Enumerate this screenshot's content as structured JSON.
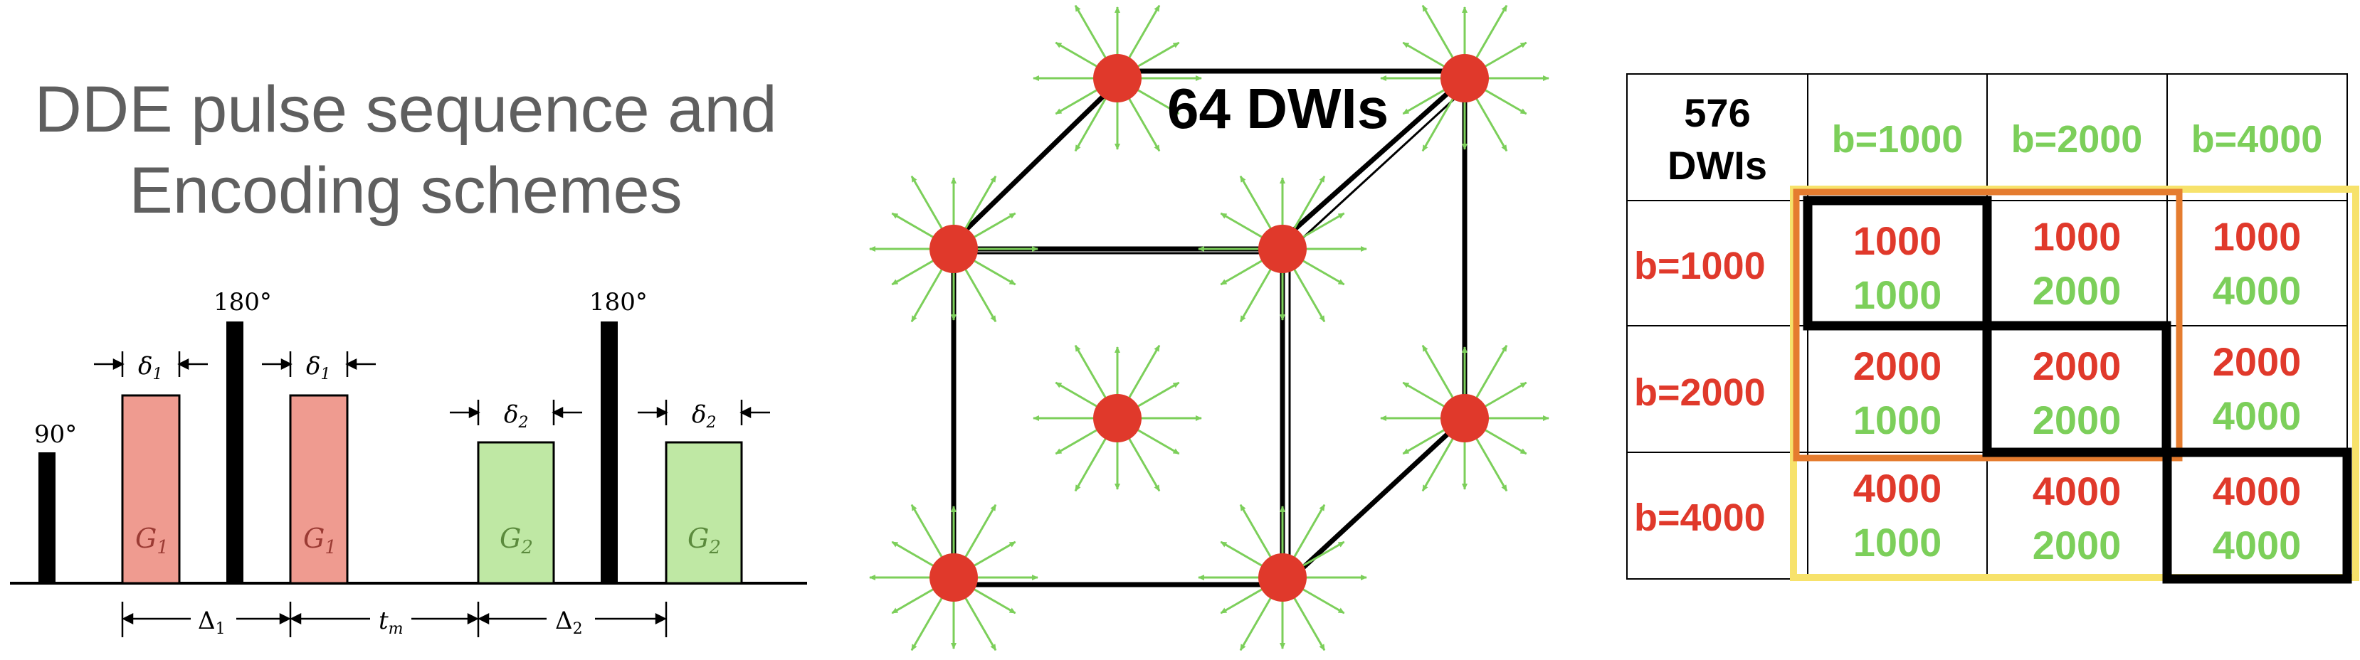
{
  "title": {
    "line1": "DDE pulse sequence and",
    "line2": "Encoding schemes"
  },
  "pulse_sequence": {
    "rf_90": "90°",
    "rf_180_first": "180°",
    "rf_180_second": "180°",
    "gradients": [
      {
        "label": "G",
        "sub": "1",
        "color": "#ef9b90"
      },
      {
        "label": "G",
        "sub": "1",
        "color": "#ef9b90"
      },
      {
        "label": "G",
        "sub": "2",
        "color": "#bfe8a4"
      },
      {
        "label": "G",
        "sub": "2",
        "color": "#bfe8a4"
      }
    ],
    "deltas": [
      {
        "label": "δ",
        "sub": "1"
      },
      {
        "label": "δ",
        "sub": "1"
      },
      {
        "label": "δ",
        "sub": "2"
      },
      {
        "label": "δ",
        "sub": "2"
      }
    ],
    "timings": {
      "big_delta_1": {
        "label": "Δ",
        "sub": "1"
      },
      "mixing": {
        "label": "t",
        "sub": "m"
      },
      "big_delta_2": {
        "label": "Δ",
        "sub": "2"
      }
    }
  },
  "cube": {
    "label": "64 DWIs",
    "node_color": "#e0392b",
    "arrow_color": "#7ccf5a"
  },
  "table": {
    "corner_line1": "576",
    "corner_line2": "DWIs",
    "col_headers": [
      "b=1000",
      "b=2000",
      "b=4000"
    ],
    "row_headers": [
      "b=1000",
      "b=2000",
      "b=4000"
    ],
    "cells": [
      [
        {
          "top": "1000",
          "bottom": "1000"
        },
        {
          "top": "1000",
          "bottom": "2000"
        },
        {
          "top": "1000",
          "bottom": "4000"
        }
      ],
      [
        {
          "top": "2000",
          "bottom": "1000"
        },
        {
          "top": "2000",
          "bottom": "2000"
        },
        {
          "top": "2000",
          "bottom": "4000"
        }
      ],
      [
        {
          "top": "4000",
          "bottom": "1000"
        },
        {
          "top": "4000",
          "bottom": "2000"
        },
        {
          "top": "4000",
          "bottom": "4000"
        }
      ]
    ],
    "red": "#e0392b",
    "green": "#7ccf5a",
    "orange_box": "#e57c2f",
    "yellow_box": "#f7e26b"
  }
}
